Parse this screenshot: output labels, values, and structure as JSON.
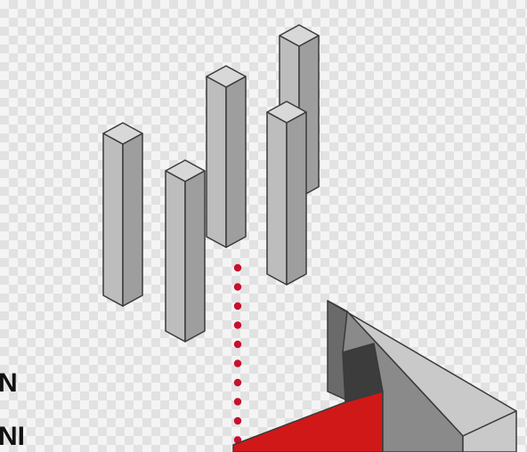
{
  "text_lines": [
    "N",
    "NI"
  ],
  "colors": {
    "pillar_top": "#d8d8d8",
    "pillar_left": "#bdbdbd",
    "pillar_right": "#9e9e9e",
    "outline": "#3a3a3a",
    "dots": "#c8102e",
    "block_top": "#e8a3a3",
    "block_front": "#d01818",
    "shell_light": "#c9c9c9",
    "shell_dark": "#6a6a6a",
    "shell_opening": "#3c3c3c"
  },
  "diagram": {
    "pillar_count": 5,
    "dot_count": 10
  }
}
